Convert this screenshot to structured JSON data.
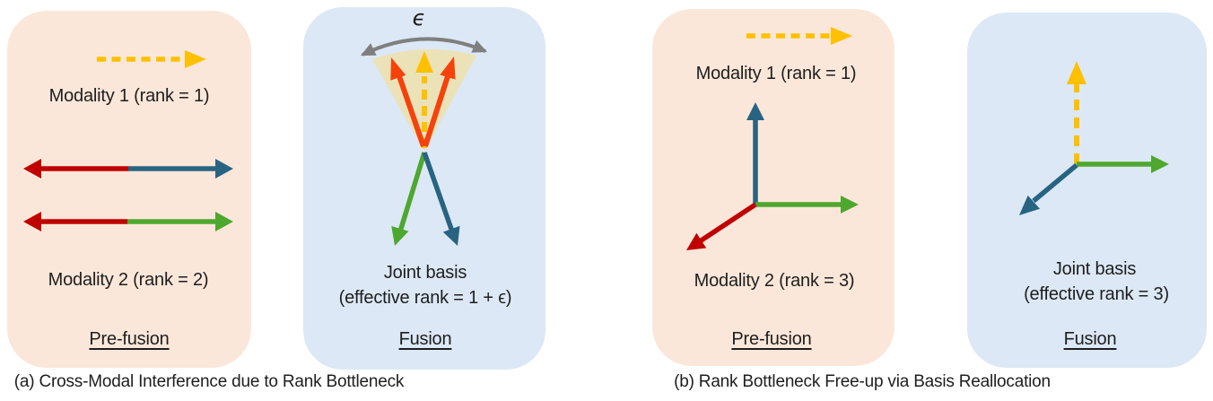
{
  "colors": {
    "panel_warm_bg": "#FBE7D9",
    "panel_cool_bg": "#DCE8F5",
    "gold": "#FFC000",
    "dark_red": "#C00000",
    "steel_blue": "#286482",
    "green": "#4EA72E",
    "orange_red": "#F5420D",
    "fan_fill": "#EBE2B8",
    "arc_gray": "#7F7F7F",
    "text": "#1E1E1E"
  },
  "panels": [
    {
      "modality1": "Modality 1 (rank = 1)",
      "modality2": "Modality 2 (rank = 2)",
      "stage": "Pre-fusion"
    },
    {
      "epsilon": "ϵ",
      "joint1": "Joint basis",
      "joint2": "(effective rank = 1 + ϵ)",
      "stage": "Fusion"
    },
    {
      "modality1": "Modality 1 (rank = 1)",
      "modality2": "Modality 2 (rank = 3)",
      "stage": "Pre-fusion"
    },
    {
      "joint1": "Joint basis",
      "joint2": "(effective rank = 3)",
      "stage": "Fusion"
    }
  ],
  "captions": {
    "a": "(a) Cross-Modal Interference due to Rank Bottleneck",
    "b": "(b) Rank Bottleneck Free-up via Basis Reallocation"
  }
}
